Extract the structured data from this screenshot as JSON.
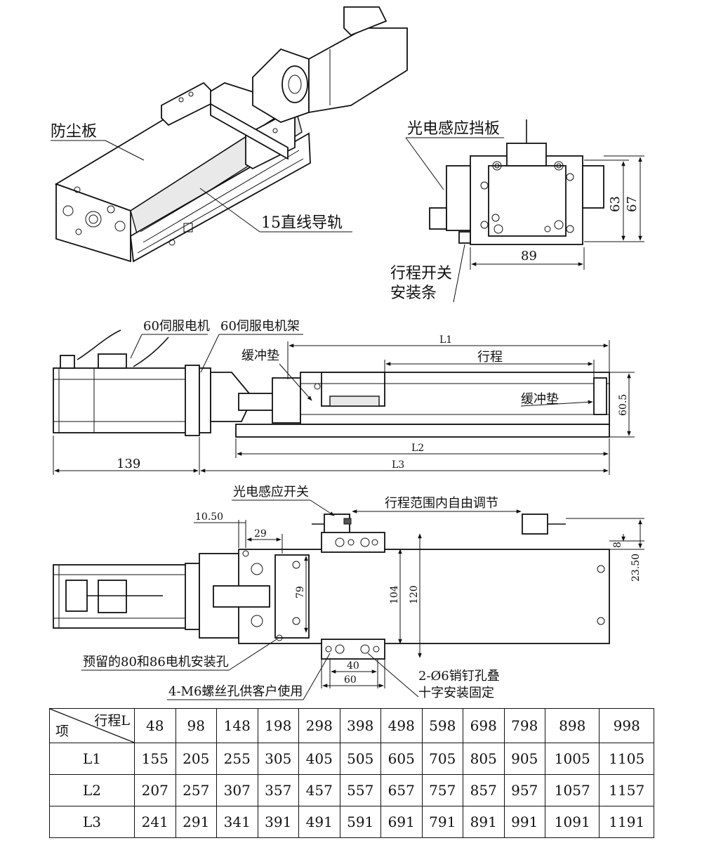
{
  "labels": {
    "dust_cover": "防尘板",
    "linear_guide": "15直线导轨",
    "photo_blocker": "光电感应挡板",
    "limit_strip_1": "行程开关",
    "limit_strip_2": "安装条",
    "servo_motor": "60伺服电机",
    "motor_mount": "60伺服电机架",
    "buffer_pad_1": "缓冲垫",
    "buffer_pad_2": "缓冲垫",
    "stroke": "行程",
    "photo_switch": "光电感应开关",
    "free_adjust": "行程范围内自由调节",
    "reserved_holes": "预留的80和86电机安装孔",
    "m6_holes": "4-M6螺丝孔供客户使用",
    "pin_holes_1": "2-Ø6销钉孔叠",
    "pin_holes_2": "十字安装固定"
  },
  "dims": {
    "w89": "89",
    "h63": "63",
    "h67": "67",
    "L1": "L1",
    "L2": "L2",
    "L3": "L3",
    "d139": "139",
    "d60_5": "60.5",
    "d10_50": "10.50",
    "d29": "29",
    "d8": "8",
    "d23_50": "23.50",
    "d79": "79",
    "d104": "104",
    "d120": "120",
    "d40": "40",
    "d60": "60"
  },
  "table": {
    "header_top": "行程L",
    "header_bottom": "项",
    "strokes": [
      "48",
      "98",
      "148",
      "198",
      "298",
      "398",
      "498",
      "598",
      "698",
      "798",
      "898",
      "998"
    ],
    "rows": [
      {
        "name": "L1",
        "values": [
          "155",
          "205",
          "255",
          "305",
          "405",
          "505",
          "605",
          "705",
          "805",
          "905",
          "1005",
          "1105"
        ]
      },
      {
        "name": "L2",
        "values": [
          "207",
          "257",
          "307",
          "357",
          "457",
          "557",
          "657",
          "757",
          "857",
          "957",
          "1057",
          "1157"
        ]
      },
      {
        "name": "L3",
        "values": [
          "241",
          "291",
          "341",
          "391",
          "491",
          "591",
          "691",
          "791",
          "891",
          "991",
          "1091",
          "1191"
        ]
      }
    ]
  }
}
